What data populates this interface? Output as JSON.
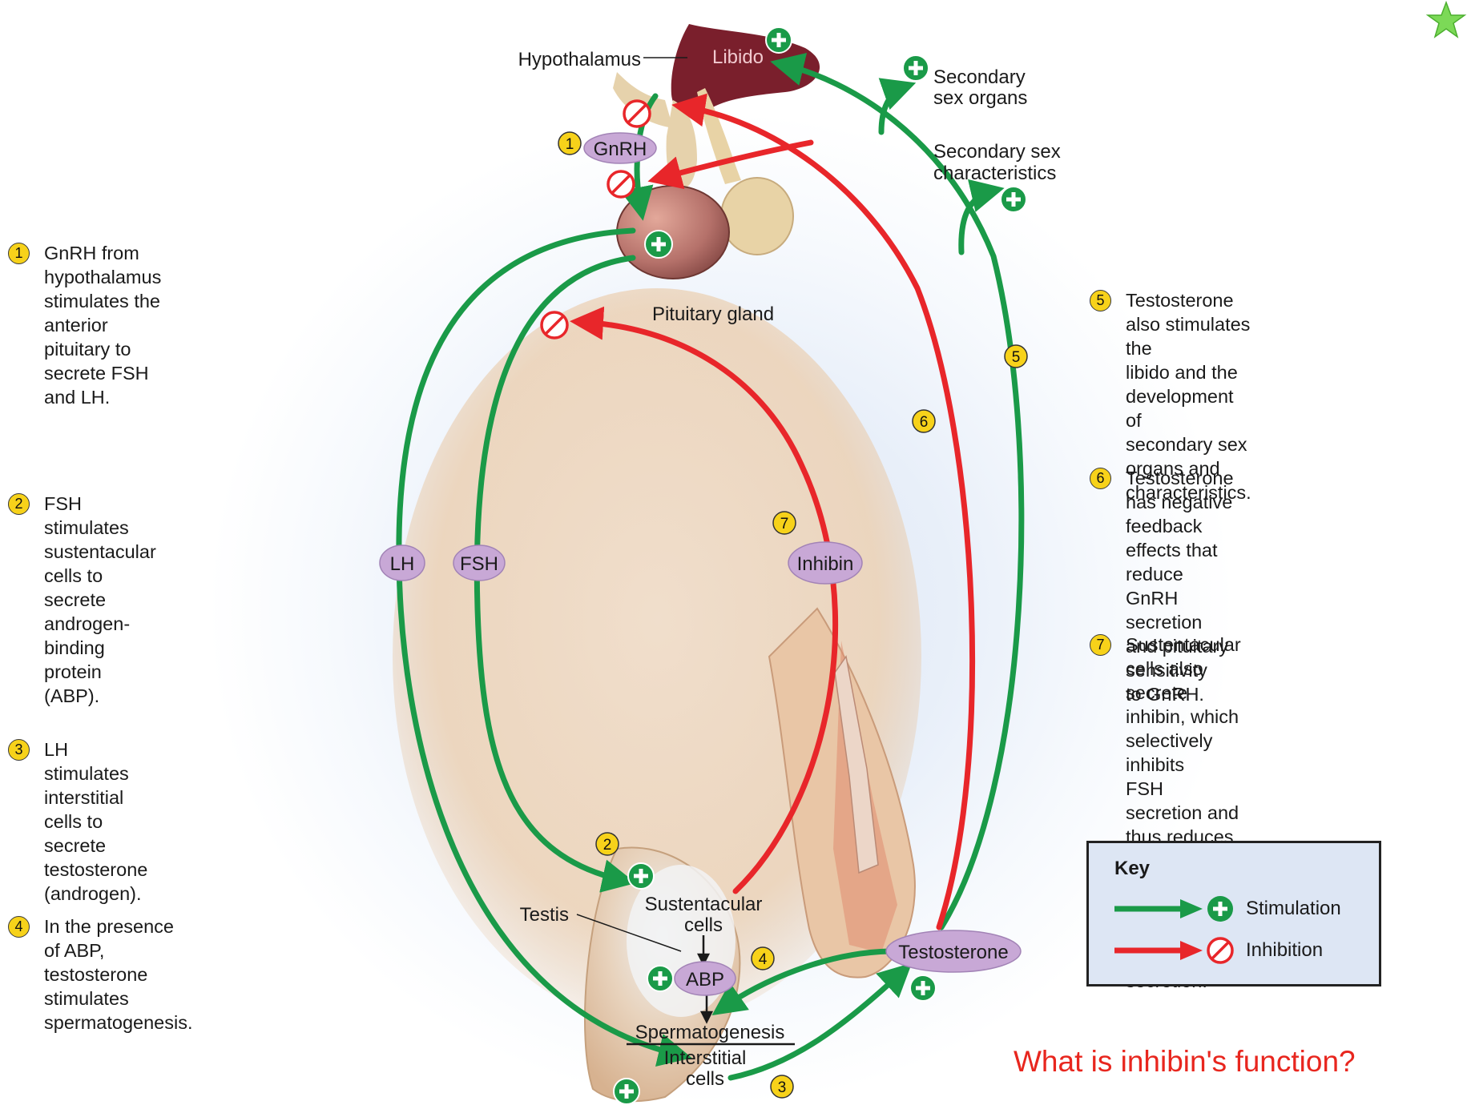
{
  "labels": {
    "hypothalamus": "Hypothalamus",
    "libido": "Libido",
    "gnrh": "GnRH",
    "pituitary": "Pituitary gland",
    "secondary_organs": [
      "Secondary",
      "sex organs"
    ],
    "secondary_characteristics": [
      "Secondary sex",
      "characteristics"
    ],
    "lh": "LH",
    "fsh": "FSH",
    "inhibin": "Inhibin",
    "testis": "Testis",
    "sustentacular": [
      "Sustentacular",
      "cells"
    ],
    "abp": "ABP",
    "spermatogenesis": "Spermatogenesis",
    "interstitial": [
      "Interstitial",
      "cells"
    ],
    "testosterone": "Testosterone",
    "markers": [
      "1",
      "2",
      "3",
      "4",
      "5",
      "6",
      "7"
    ]
  },
  "steps_left": [
    {
      "num": "1",
      "text": "GnRH from hypothalamus stimulates the\nanterior pituitary to secrete FSH and LH."
    },
    {
      "num": "2",
      "text": "FSH stimulates sustentacular\ncells to secrete androgen-binding\nprotein (ABP)."
    },
    {
      "num": "3",
      "text": "LH stimulates interstitial cells to\nsecrete testosterone (androgen)."
    },
    {
      "num": "4",
      "text": "In the presence of ABP,\ntestosterone stimulates\nspermatogenesis."
    }
  ],
  "steps_right": [
    {
      "num": "5",
      "text": "Testosterone also stimulates the\nlibido and the development of\nsecondary sex organs and\ncharacteristics."
    },
    {
      "num": "6",
      "text": "Testosterone has negative\nfeedback effects that reduce GnRH\nsecretion and pituitary sensitivity\nto GnRH."
    },
    {
      "num": "7",
      "text": "Sustentacular cells also secrete\ninhibin, which selectively inhibits\nFSH secretion and thus reduces\nsperm production without reducing\ntestosterone secretion."
    }
  ],
  "key": {
    "title": "Key",
    "stimulation": "Stimulation",
    "inhibition": "Inhibition"
  },
  "question": "What is inhibin's function?",
  "colors": {
    "stimulation": "#1a9a48",
    "inhibition": "#e8262a",
    "hormone_oval": "#c8a8d6",
    "marker": "#f7d21a"
  },
  "icons": [
    "plus-circle-icon",
    "no-symbol-icon",
    "star-icon"
  ]
}
